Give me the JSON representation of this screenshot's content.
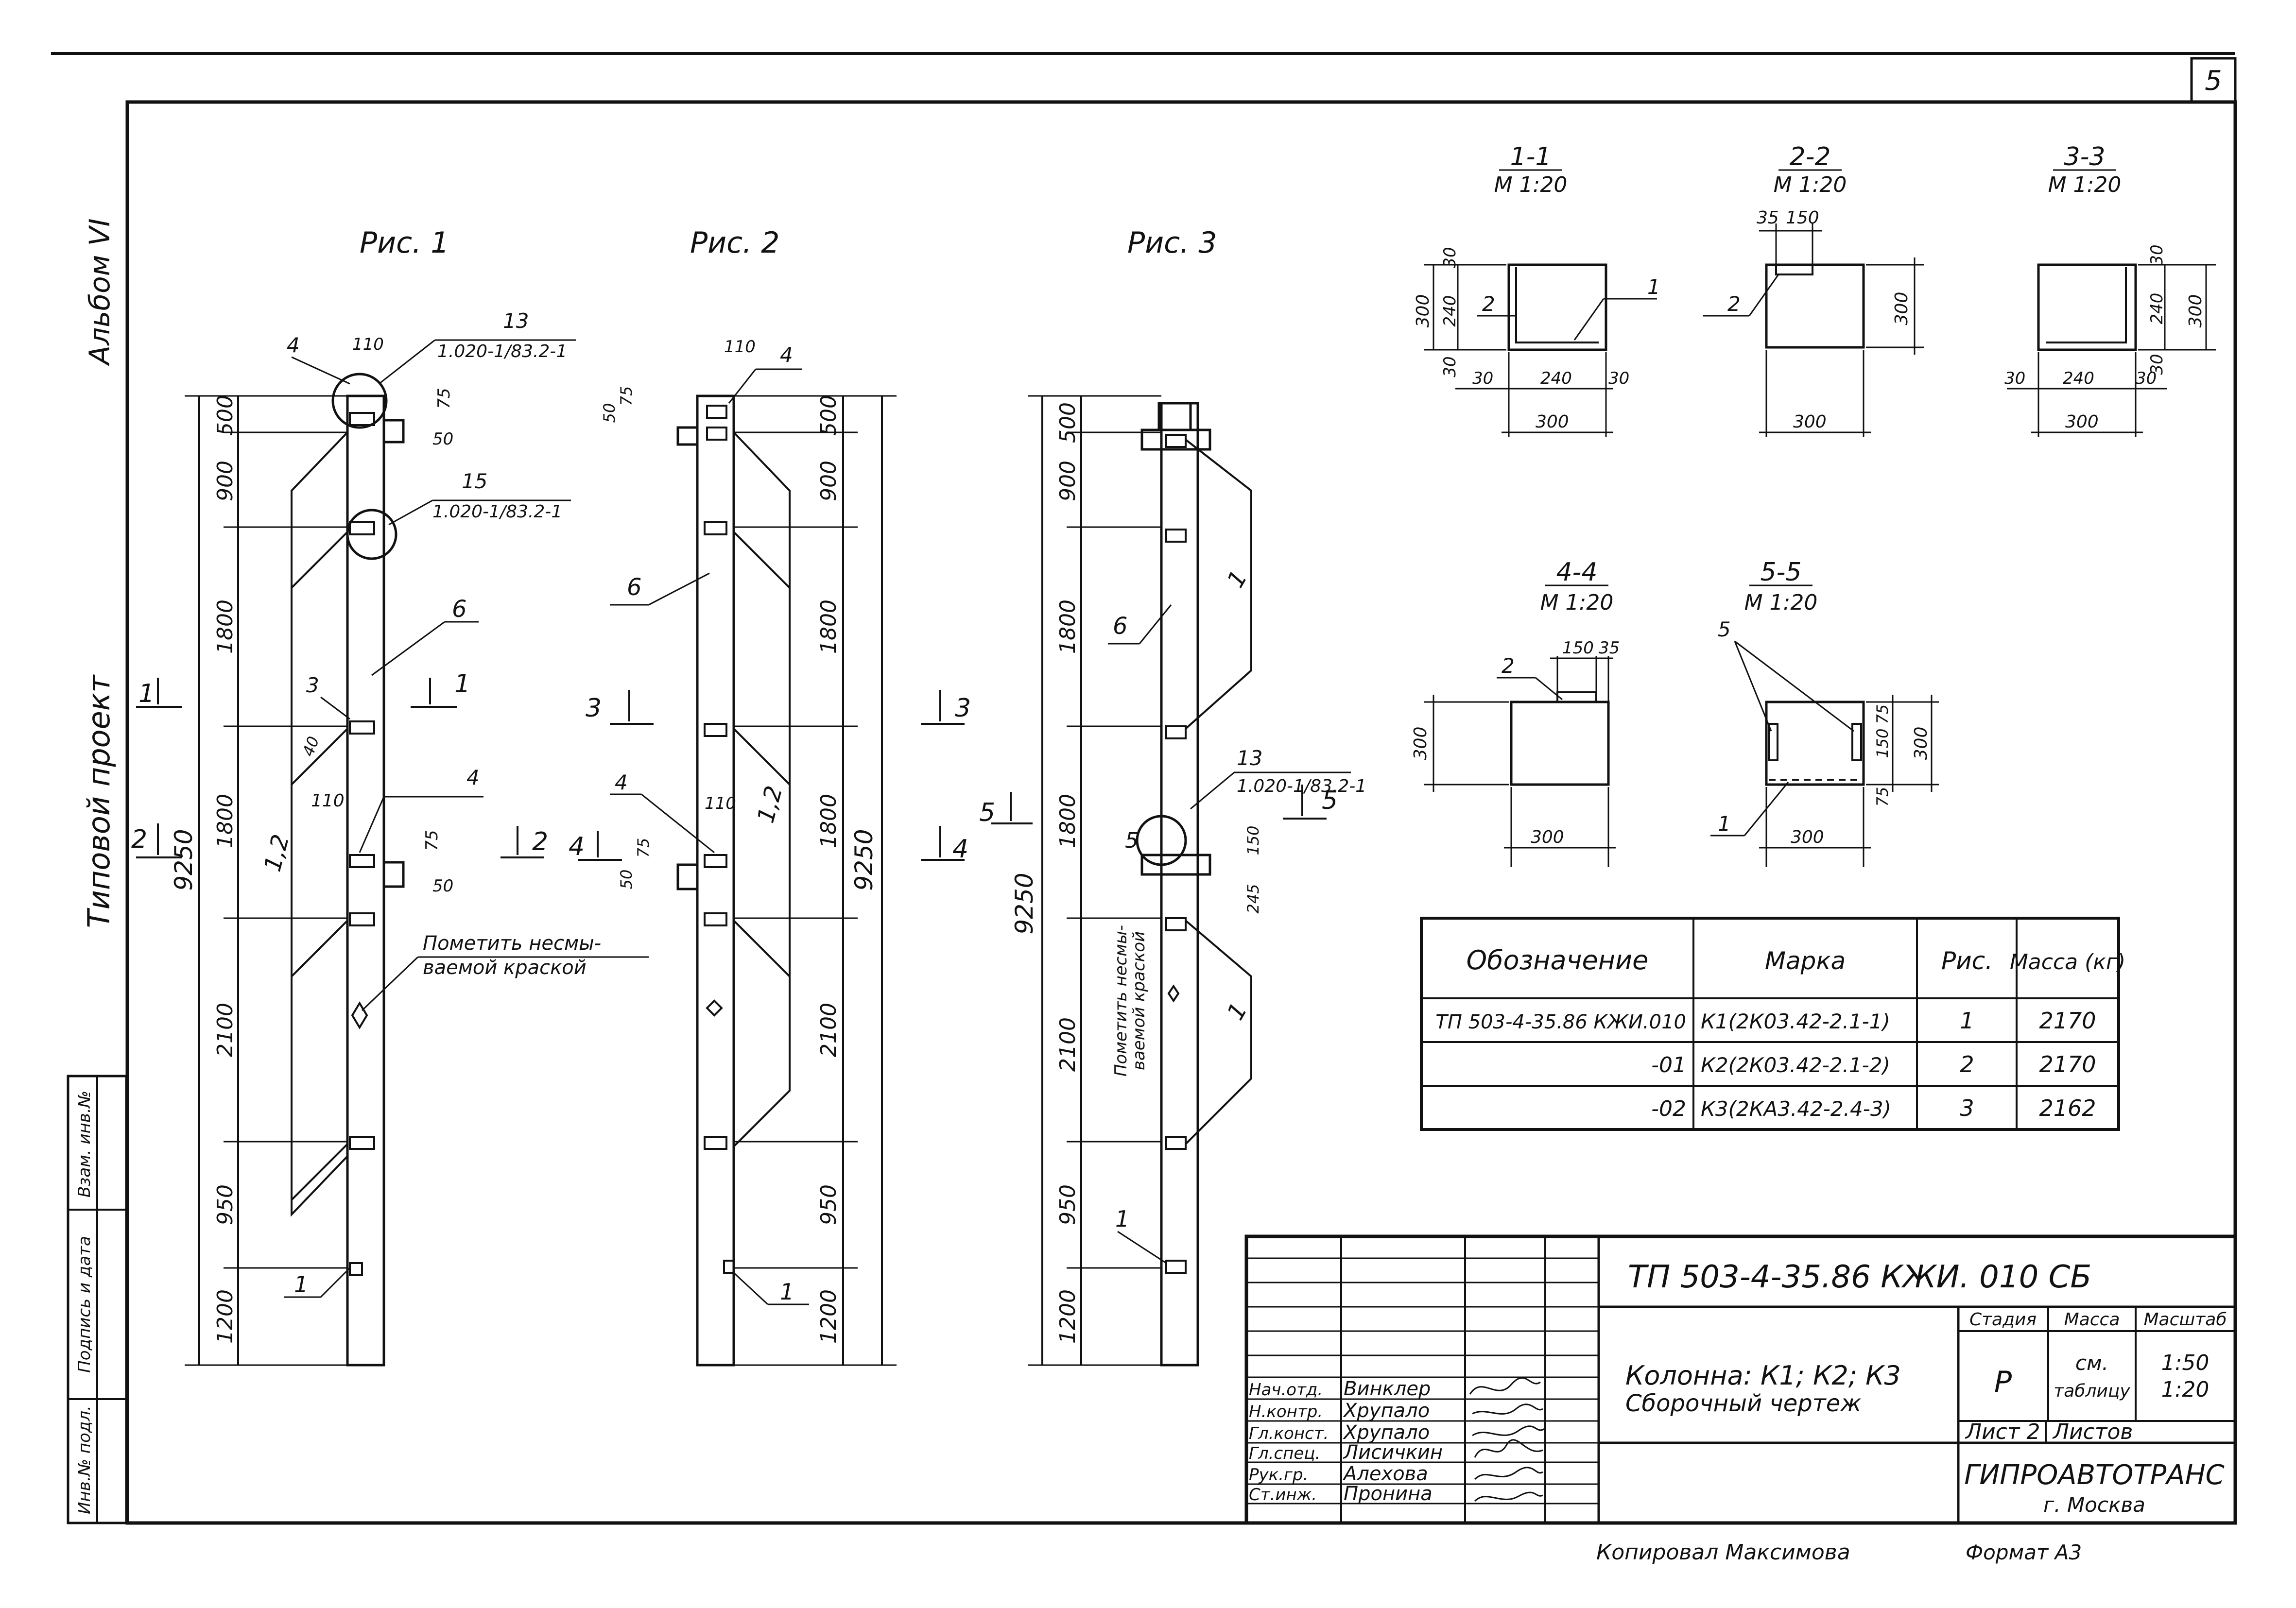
{
  "sheet_number": "5",
  "side_labels": {
    "album": "Альбом VI",
    "project": "Типовой проект",
    "margin_cells": [
      "Инв.№ подл.",
      "Подпись и дата",
      "Взам. инв.№"
    ]
  },
  "figures": {
    "fig1": {
      "title": "Рис. 1",
      "dims": [
        "500",
        "900",
        "1800",
        "1800",
        "2100",
        "950",
        "1200"
      ],
      "total": "9250",
      "callouts": [
        "4",
        "110",
        "13",
        "1.020-1/83.2-1",
        "75",
        "50",
        "15",
        "1.020-1/83.2-1",
        "6",
        "3",
        "40",
        "110",
        "4",
        "75",
        "50",
        "1,2",
        "1"
      ],
      "note_line1": "Пометить несмы-",
      "note_line2": "ваемой краской",
      "cut_1": "1",
      "cut_2": "2"
    },
    "fig2": {
      "title": "Рис. 2",
      "dims": [
        "500",
        "900",
        "1800",
        "1800",
        "2100",
        "950",
        "1200"
      ],
      "total": "9250",
      "callouts": [
        "110",
        "4",
        "50",
        "75",
        "6",
        "3",
        "4",
        "110",
        "1,2",
        "4",
        "50",
        "75",
        "1"
      ],
      "cut_3": "3",
      "cut_4": "4"
    },
    "fig3": {
      "title": "Рис. 3",
      "dims": [
        "500",
        "900",
        "1800",
        "1800",
        "2100",
        "950",
        "1200"
      ],
      "total": "9250",
      "callouts": [
        "1",
        "6",
        "5",
        "13",
        "1.020-1/83.2-1",
        "150",
        "245",
        "1",
        "1"
      ],
      "note_line1": "Пометить несмы-",
      "note_line2": "ваемой краской",
      "cut_5": "5"
    }
  },
  "sections": [
    {
      "title": "1-1",
      "scale": "М 1:20",
      "dims": [
        "30",
        "240",
        "300",
        "30",
        "30",
        "240",
        "30",
        "300"
      ],
      "marks": [
        "2",
        "1"
      ]
    },
    {
      "title": "2-2",
      "scale": "М 1:20",
      "dims": [
        "35",
        "150",
        "300",
        "300"
      ],
      "marks": [
        "2"
      ]
    },
    {
      "title": "3-3",
      "scale": "М 1:20",
      "dims": [
        "30",
        "240",
        "300",
        "30",
        "30",
        "240",
        "30",
        "300"
      ],
      "marks": []
    },
    {
      "title": "4-4",
      "scale": "М 1:20",
      "dims": [
        "150",
        "35",
        "300",
        "300"
      ],
      "marks": [
        "2"
      ]
    },
    {
      "title": "5-5",
      "scale": "М 1:20",
      "dims": [
        "75",
        "150",
        "75",
        "300",
        "300"
      ],
      "marks": [
        "5",
        "1"
      ]
    }
  ],
  "spec_table": {
    "headers": [
      "Обозначение",
      "Марка",
      "Рис.",
      "Масса (кг)"
    ],
    "rows": [
      [
        "ТП 503-4-35.86 КЖИ.010",
        "К1(2К03.42-2.1-1)",
        "1",
        "2170"
      ],
      [
        "-01",
        "К2(2К03.42-2.1-2)",
        "2",
        "2170"
      ],
      [
        "-02",
        "К3(2КА3.42-2.4-3)",
        "3",
        "2162"
      ]
    ]
  },
  "title_block": {
    "code": "ТП 503-4-35.86   КЖИ. 010 СБ",
    "name_line1": "Колонна: К1; К2; К3",
    "name_line2": "Сборочный чертеж",
    "stage_label": "Стадия",
    "mass_label": "Масса",
    "scale_label": "Масштаб",
    "stage": "Р",
    "mass_line1": "см.",
    "mass_line2": "таблицу",
    "scale_line1": "1:50",
    "scale_line2": "1:20",
    "sheet_label": "Лист 2",
    "sheets_label": "Листов",
    "org": "ГИПРОАВТОТРАНС",
    "city": "г. Москва",
    "staff": [
      {
        "role": "Нач.отд.",
        "name": "Винклер"
      },
      {
        "role": "Н.контр.",
        "name": "Хрупало"
      },
      {
        "role": "Гл.конст.",
        "name": "Хрупало"
      },
      {
        "role": "Гл.спец.",
        "name": "Лисичкин"
      },
      {
        "role": "Рук.гр.",
        "name": "Алехова"
      },
      {
        "role": "Ст.инж.",
        "name": "Пронина"
      }
    ]
  },
  "footer": {
    "copied": "Копировал Максимова",
    "format": "Формат А3"
  }
}
